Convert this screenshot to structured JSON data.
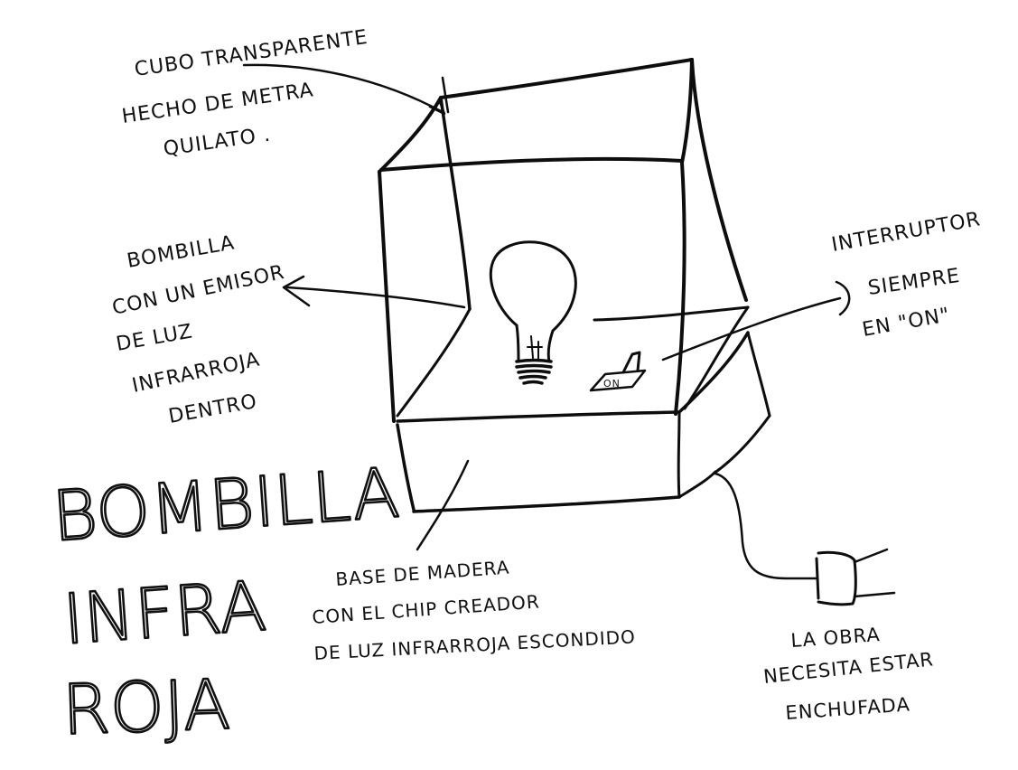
{
  "drawing": {
    "background_color": "#ffffff",
    "ink_color": "#111111",
    "title_lines": [
      "BOMBILLA",
      "INFRA",
      "ROJA"
    ],
    "annotations": {
      "cube": [
        "CUBO TRANSPARENTE",
        "HECHO DE METRA",
        "QUILATO ."
      ],
      "bulb": [
        "BOMBILLA",
        "CON UN EMISOR",
        "DE LUZ",
        "INFRARROJA",
        "DENTRO"
      ],
      "switch": [
        "INTERRUPTOR",
        "SIEMPRE",
        "EN \"ON\""
      ],
      "base": [
        "BASE DE MADERA",
        "CON EL CHIP CREADOR",
        "DE LUZ INFRARROJA ESCONDIDO"
      ],
      "plug": [
        "LA OBRA",
        "NECESITA ESTAR",
        "ENCHUFADA"
      ]
    },
    "switch_label": "ON",
    "icons": [
      "light-bulb-icon",
      "toggle-switch-icon",
      "power-plug-icon"
    ]
  }
}
